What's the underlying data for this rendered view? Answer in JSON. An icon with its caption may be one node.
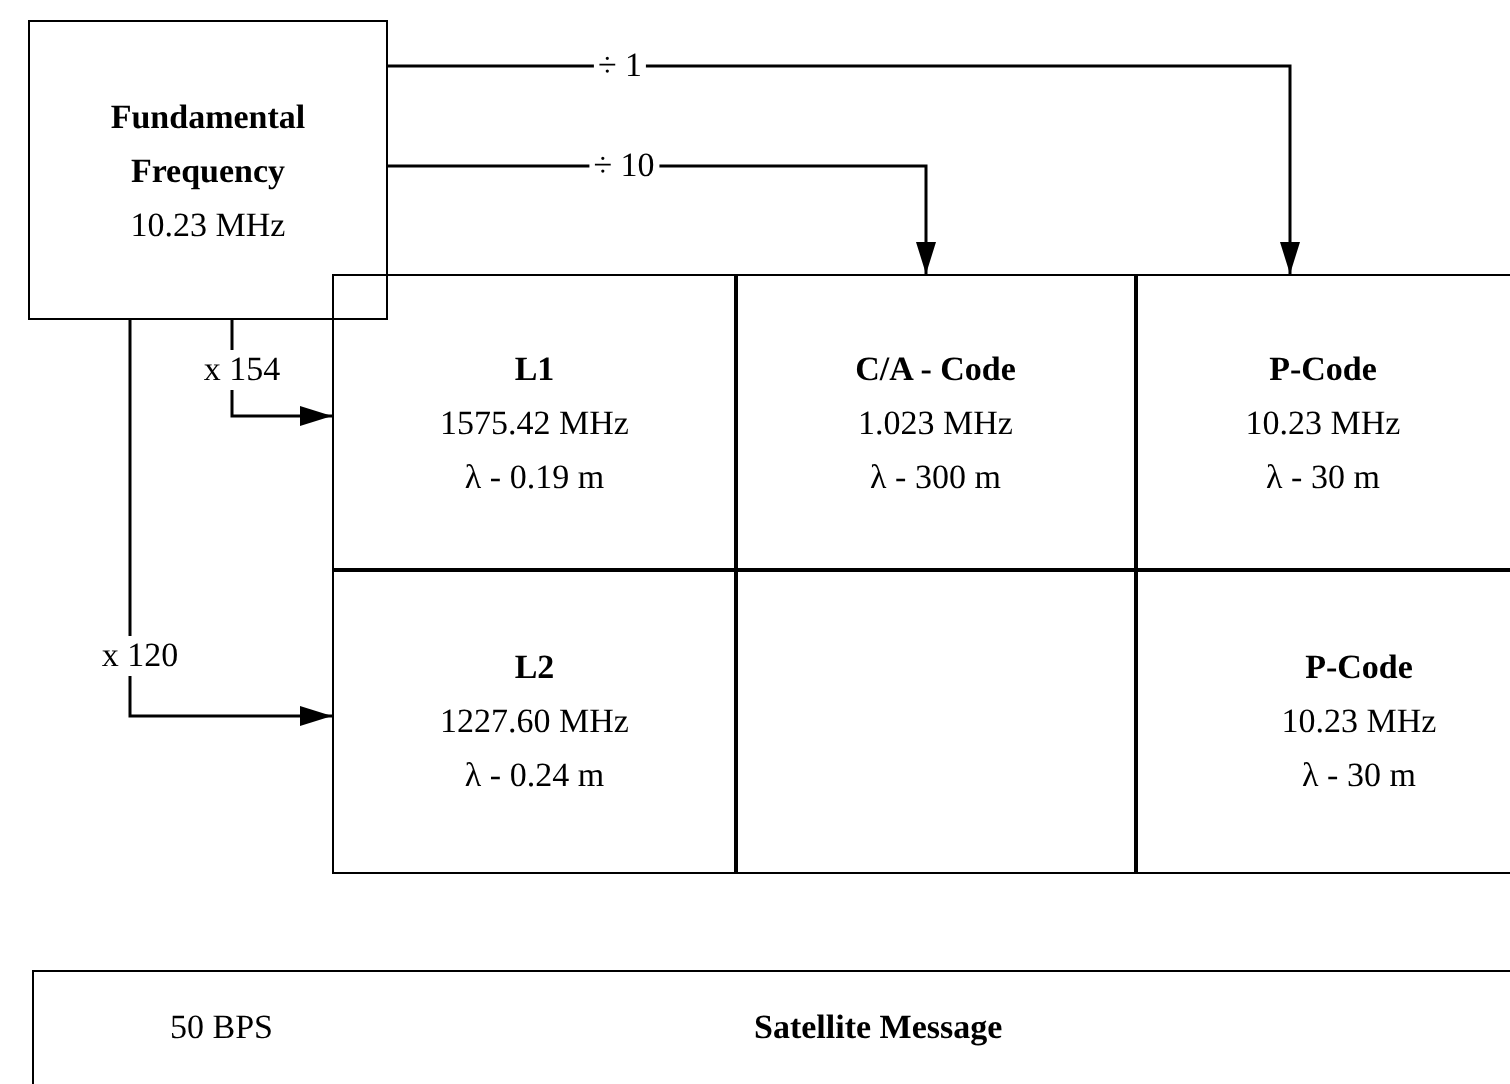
{
  "diagram": {
    "nodes": [
      {
        "text": [
          "Fundamental Frequency",
          "10.23 MHz"
        ]
      },
      {
        "text": [
          "L1",
          "1575.42 MHz",
          "λ - 0.19 m"
        ]
      },
      {
        "text": [
          "C/A - Code",
          "1.023 MHz",
          "λ - 300 m"
        ]
      },
      {
        "text": [
          "P-Code",
          "10.23 MHz",
          "λ - 30 m"
        ]
      },
      {
        "text": [
          "L2",
          "1227.60 MHz",
          "λ - 0.24 m"
        ]
      },
      {
        "text": [],
        "shape": "box"
      },
      {
        "text": [
          "P-Code",
          "10.23 MHz",
          "λ - 30 m"
        ]
      },
      {
        "text": [
          "50 BPS",
          "Satellite Message"
        ]
      }
    ],
    "edges": [
      {
        "from": 0,
        "to": 3,
        "arrow": "to",
        "label": "÷ 1"
      },
      {
        "from": 0,
        "to": 2,
        "arrow": "to",
        "label": "÷ 10"
      },
      {
        "from": 0,
        "to": 1,
        "arrow": "to",
        "label": "x 154"
      },
      {
        "from": 0,
        "to": 4,
        "arrow": "to",
        "label": "x 120"
      }
    ]
  }
}
